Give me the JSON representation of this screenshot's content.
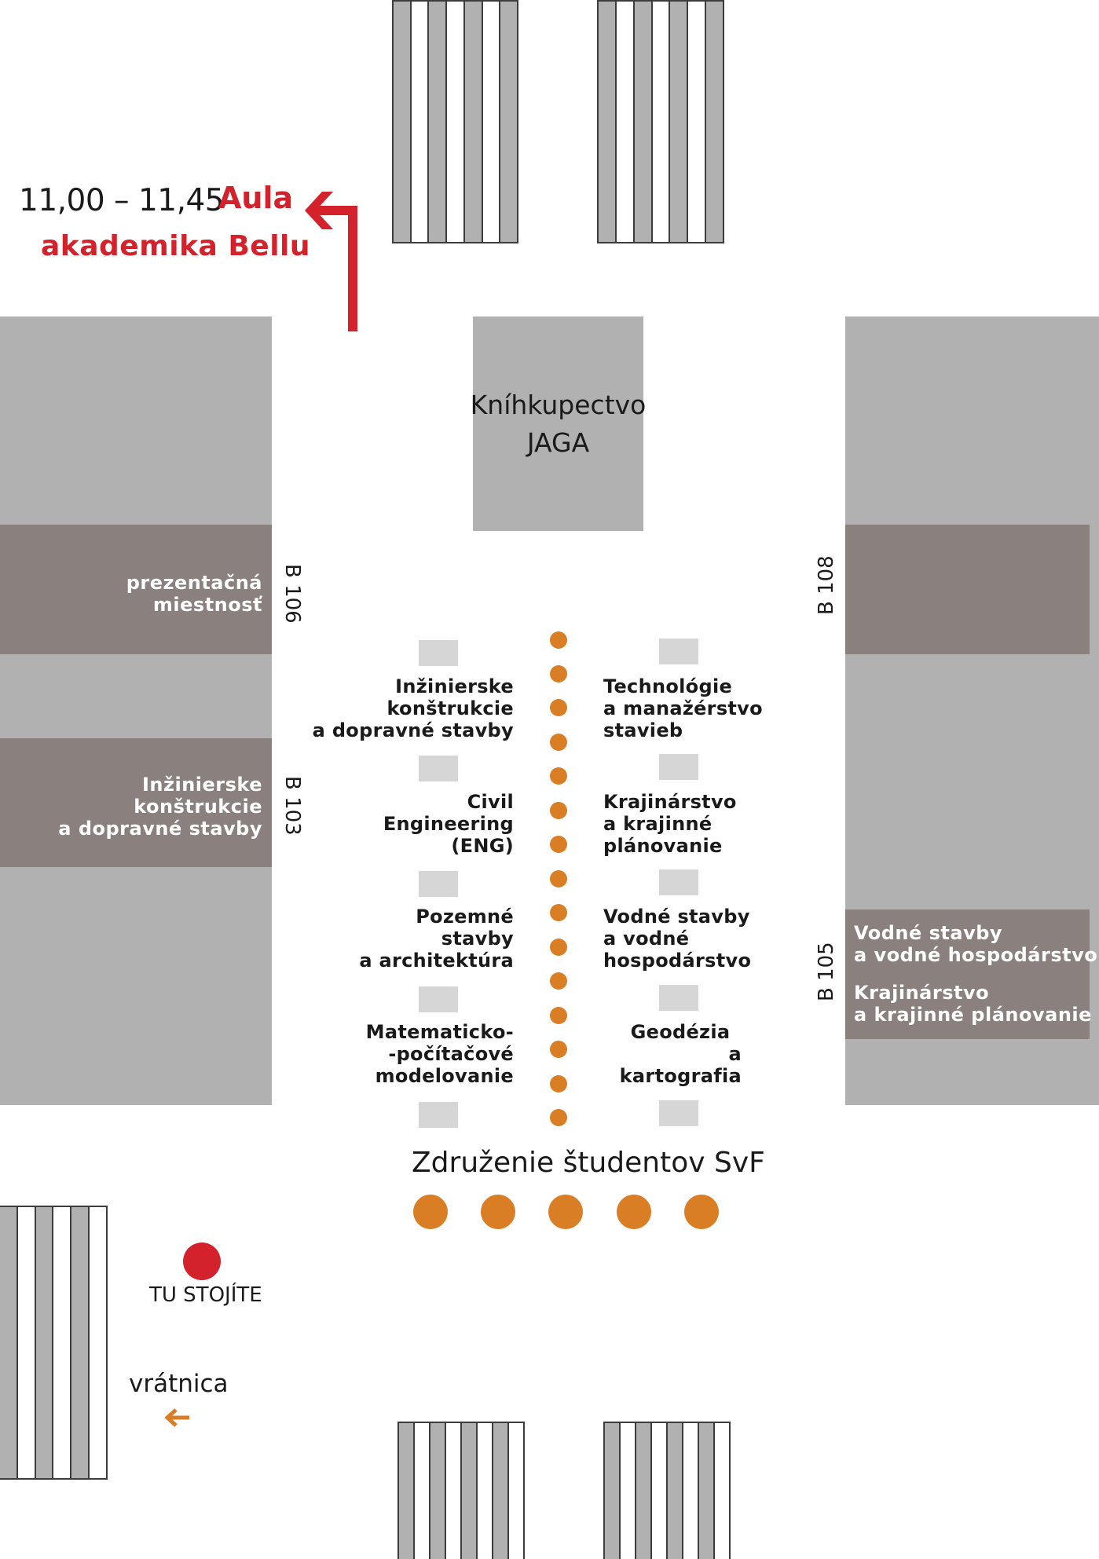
{
  "aula": {
    "time": "11,00 – 11,45",
    "line1": "Aula",
    "line2": "akademika Bellu"
  },
  "bookstore": {
    "line1": "Kníhkupectvo",
    "line2": "JAGA"
  },
  "rooms": {
    "b106": "B 106",
    "b103": "B 103",
    "b108": "B 108",
    "b105": "B 105"
  },
  "left_rooms": {
    "presentation_line1": "prezentačná",
    "presentation_line2": "miestnosť",
    "engineering_line1": "Inžinierske",
    "engineering_line2": "konštrukcie",
    "engineering_line3": "a dopravné stavby"
  },
  "right_room": {
    "l1": "Vodné stavby",
    "l2": "a vodné hospodárstvo",
    "l3": "Krajinárstvo",
    "l4": "a krajinné plánovanie"
  },
  "left_stands": [
    [
      "Inžinierske",
      "konštrukcie",
      "a dopravné stavby"
    ],
    [
      "Civil",
      "Engineering",
      "(ENG)"
    ],
    [
      "Pozemné",
      "stavby",
      "a architektúra"
    ],
    [
      "Matematicko-",
      "-počítačové",
      "modelovanie"
    ]
  ],
  "right_stands": [
    [
      "Technológie",
      "a manažérstvo",
      "stavieb"
    ],
    [
      "Krajinárstvo",
      "a krajinné",
      "plánovanie"
    ],
    [
      "Vodné stavby",
      "a vodné",
      "hospodárstvo"
    ],
    [
      "Geodézia",
      "a kartografia"
    ]
  ],
  "student_union": "Združenie študentov SvF",
  "you_are_here": "TU STOJÍTE",
  "porter": "vrátnica",
  "colors": {
    "red": "#d3222c",
    "orange": "#d97e25",
    "light_block": "#b1b1b1",
    "dark_block": "#8a817e"
  },
  "icons": {
    "aula_arrow": "arrow-up-left-icon",
    "porter_arrow": "arrow-left-icon",
    "location": "you-are-here-dot-icon"
  }
}
